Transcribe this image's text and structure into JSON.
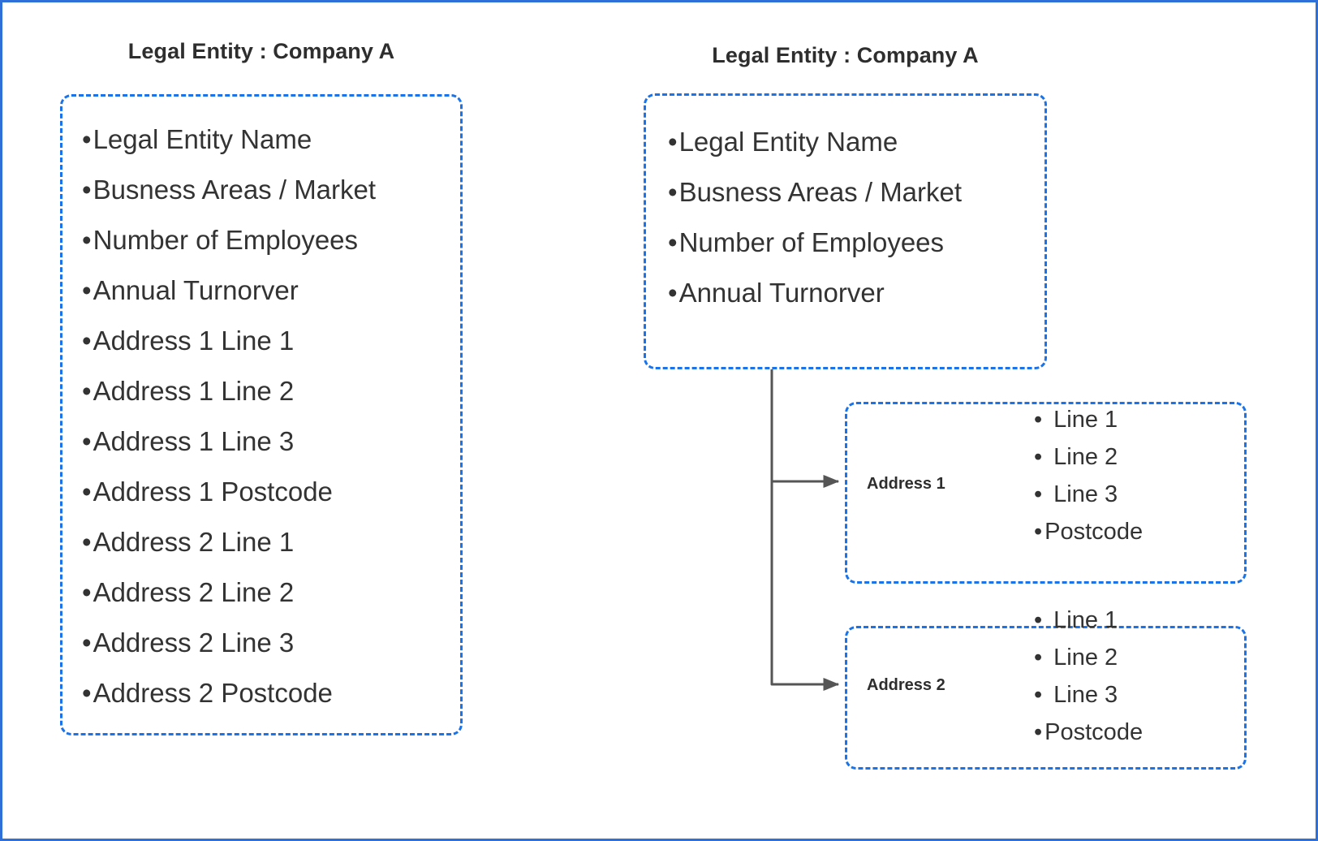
{
  "colors": {
    "page_border": "#2f6fd8",
    "dashed_border": "#1a73e8",
    "text": "#333333",
    "title_text": "#2e2e2e",
    "connector": "#555555"
  },
  "left_panel": {
    "title": "Legal Entity : Company A",
    "items": [
      "Legal Entity Name",
      "Busness Areas / Market",
      "Number of Employees",
      "Annual Turnorver",
      "Address 1 Line 1",
      "Address 1 Line 2",
      "Address 1 Line 3",
      "Address 1 Postcode",
      "Address 2 Line 1",
      "Address 2 Line 2",
      "Address 2 Line 3",
      "Address 2 Postcode"
    ]
  },
  "right_panel": {
    "title": "Legal Entity : Company A",
    "entity_items": [
      "Legal Entity Name",
      "Busness Areas / Market",
      "Number of Employees",
      "Annual Turnorver"
    ],
    "address_blocks": [
      {
        "label": "Address 1",
        "items": [
          "Line 1",
          "Line 2",
          "Line 3",
          "Postcode"
        ]
      },
      {
        "label": "Address 2",
        "items": [
          "Line 1",
          "Line 2",
          "Line 3",
          "Postcode"
        ]
      }
    ]
  },
  "bullet_glyph": "•"
}
